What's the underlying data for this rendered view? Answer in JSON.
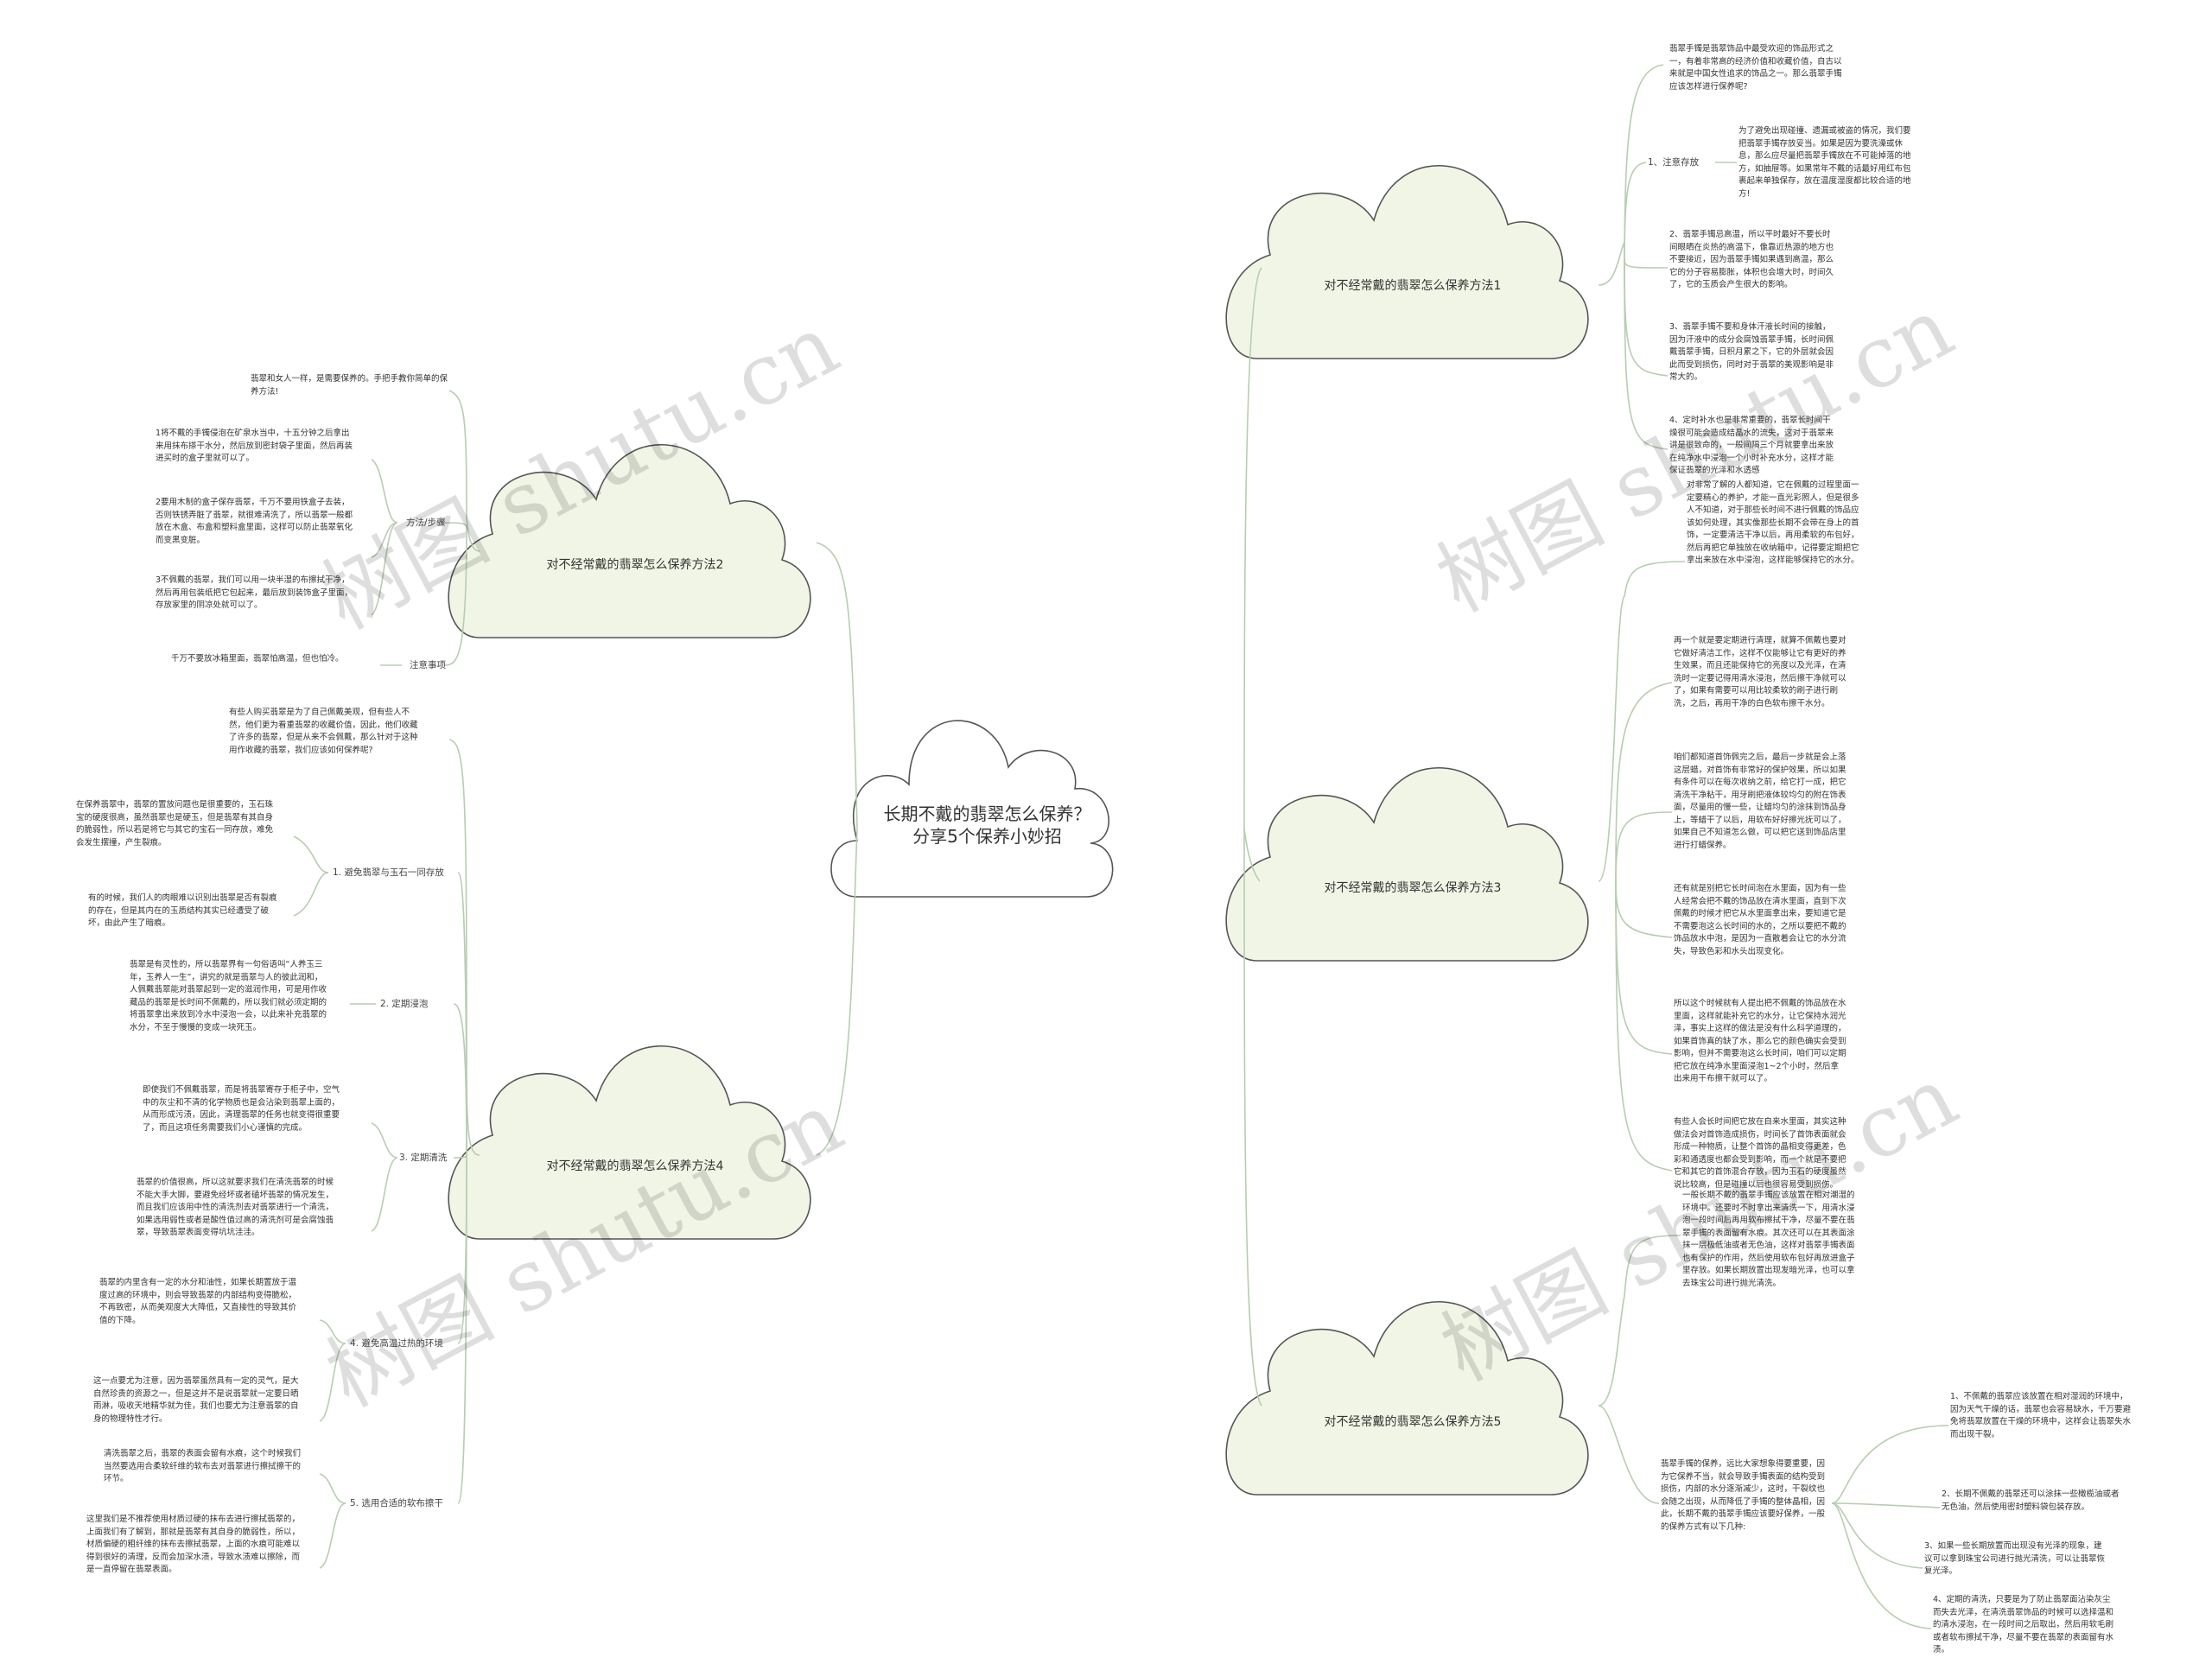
{
  "watermark": "树图 shutu.cn",
  "center": {
    "title": "长期不戴的翡翠怎么保养？分享5个保养小妙招"
  },
  "methods": {
    "m1": {
      "title": "对不经常戴的翡翠怎么保养方法1",
      "intro": "翡翠手镯是翡翠饰品中最受欢迎的饰品形式之一，有着非常高的经济价值和收藏价值，自古以来就是中国女性追求的饰品之一。那么翡翠手镯应该怎样进行保养呢?",
      "sub_label": "1、注意存放",
      "sub_note": "为了避免出现碰撞、遗漏或被盗的情况，我们要把翡翠手镯存放妥当。如果是因为要洗澡或休息，那么应尽量把翡翠手镯放在不可能掉落的地方，如抽屉等。如果常年不戴的话最好用红布包裹起来单独保存，放在温度湿度都比较合适的地方!",
      "notes": [
        "2、翡翠手镯忌高温，所以平时最好不要长时间眼晒在炎热的高温下，像靠近热源的地方也不要接近，因为翡翠手镯如果遇到高温，那么它的分子容易膨胀，体积也会增大时，时间久了，它的玉质会产生很大的影响。",
        "3、翡翠手镯不要和身体汗液长时间的接触，因为汗液中的成分会腐蚀翡翠手镯，长时间佩戴翡翠手镯，日积月累之下，它的外层就会因此而受到损伤，同时对于翡翠的美观影响是非常大的。",
        "4、定时补水也是非常重要的，翡翠长时间干燥很可能会造成结晶水的流失，这对于翡翠来讲是很致命的，一般间隔三个月就要拿出来放在纯净水中浸泡一个小时补充水分，这样才能保证翡翠的光泽和水透感"
      ]
    },
    "m2": {
      "title": "对不经常戴的翡翠怎么保养方法2",
      "intro": "翡翠和女人一样，是需要保养的。手把手教你简单的保养方法!",
      "sub1_label": "方法/步骤",
      "sub1_notes": [
        "1将不戴的手镯侵泡在矿泉水当中，十五分钟之后拿出来用抹布搽干水分，然后放到密封袋子里面，然后再装进买时的盒子里就可以了。",
        "2要用木制的盒子保存翡翠，千万不要用铁盒子去装，否则铁锈弄脏了翡翠，就很难清洗了，所以翡翠一般都放在木盒、布盒和塑料盒里面，这样可以防止翡翠氧化而变黑变脏。",
        "3不佩戴的翡翠，我们可以用一块半湿的布擦拭干净，然后再用包装纸把它包起来，最后放到装饰盒子里面，存放家里的阴凉处就可以了。"
      ],
      "sub2_label": "注意事项",
      "sub2_note": "千万不要放冰箱里面，翡翠怕高温，但也怕冷。"
    },
    "m3": {
      "title": "对不经常戴的翡翠怎么保养方法3",
      "notes": [
        "对非常了解的人都知道，它在佩戴的过程里面一定要精心的养护，才能一直光彩照人，但是很多人不知道，对于那些长时间不进行佩戴的饰品应该如何处理，其实像那些长期不会带在身上的首饰，一定要清洁干净以后，再用柔软的布包好，然后再把它单独放在收纳箱中，记得要定期把它拿出来放在水中浸泡，这样能够保持它的水分。",
        "再一个就是要定期进行清理，就算不佩戴也要对它做好清洁工作，这样不仅能够让它有更好的养生效果，而且还能保持它的亮度以及光泽，在清洗时一定要记得用清水浸泡，然后擦干净就可以了，如果有需要可以用比较柔软的刷子进行刷洗，之后，再用干净的白色软布擦干水分。",
        "咱们都知道首饰佩完之后，最后一步就是会上落这层蜡，对首饰有非常好的保护效果，所以如果有条件可以在每次收纳之前，给它打一成，把它清洗干净粘干，用牙刷把液体较均匀的附在饰表面，尽量用的慢一些，让蜡均匀的涂抹到饰品身上，等蜡干了以后，用软布好好擦光抚可以了，如果自己不知道怎么做，可以把它送到饰品店里进行打蜡保养。",
        "还有就是别把它长时间泡在水里面，因为有一些人经常会把不戴的饰品放在清水里面，直到下次佩戴的时候才把它从水里面拿出来，要知道它是不需要泡这么长时间的水的，之所以要把不戴的饰品放水中泡，是因为一直散着会让它的水分流失，导致色彩和水头出现变化。",
        "所以这个时候就有人提出把不佩戴的饰品放在水里面，这样就能补充它的水分，让它保持水润光泽，事实上这样的做法是没有什么科学道理的，如果首饰真的缺了水，那么它的颜色确实会受到影响，但并不需要泡这么长时间，咱们可以定期把它放在纯净水里面浸泡1~2个小时，然后拿出来用干布擦干就可以了。",
        "有些人会长时间把它放在自来水里面，其实这种做法会对首饰造成损伤，时间长了首饰表面就会形成一种物质，让整个首饰的晶相变得更差，色彩和通透度也都会受到影响，而一个就是不要把它和其它的首饰混合存放，因为玉石的硬度虽然说比较高，但是碰撞以后也很容易受到损伤。"
      ]
    },
    "m4": {
      "title": "对不经常戴的翡翠怎么保养方法4",
      "intro": "有些人购买翡翠是为了自己佩戴美观，但有些人不然，他们更为看重翡翠的收藏价值，因此，他们收藏了许多的翡翠，但是从来不会佩戴，那么针对于这种用作收藏的翡翠，我们应该如何保养呢?",
      "subs": [
        {
          "label": "1. 避免翡翠与玉石一同存放",
          "notes": [
            "在保养翡翠中，翡翠的置放问题也是很重要的，玉石珠宝的硬度很高，虽然翡翠也是硬玉，但是翡翠有其自身的脆弱性，所以若是将它与其它的宝石一同存放，难免会发生摆撞，产生裂痕。",
            "有的时候，我们人的肉眼难以识别出翡翠是否有裂痕的存在，但是其内在的玉质结构其实已经遭受了破坏，由此产生了暗痕。"
          ]
        },
        {
          "label": "2. 定期浸泡",
          "notes": [
            "翡翠是有灵性的，所以翡翠界有一句俗语叫“人养玉三年，玉养人一生”，讲究的就是翡翠与人的彼此润和，人佩戴翡翠能对翡翠起到一定的滋润作用，可是用作收藏品的翡翠是长时间不佩戴的，所以我们就必须定期的将翡翠拿出来放到冷水中浸泡一会，以此来补充翡翠的水分，不至于慢慢的变成一块死玉。"
          ]
        },
        {
          "label": "3. 定期清洗",
          "notes": [
            "即使我们不佩戴翡翠，而是将翡翠寄存于柜子中，空气中的灰尘和不清的化学物质也是会沾染到翡翠上面的，从而形成污渍，因此，清理翡翠的任务也就变得很重要了，而且这项任务需要我们小心谨慎的完成。",
            "翡翠的价值很高，所以这就要求我们在清洗翡翠的时候不能大手大脚，要避免经坏或者磕坏翡翠的情况发生，而且我们应该用中性的清洗剂去对翡翠进行一个清洗，如果选用弱性或者是酸性值过高的清洗剂可是会腐蚀翡翠，导致翡翠表面变得坑坑洼洼。"
          ]
        },
        {
          "label": "4. 避免高温过热的环境",
          "notes": [
            "翡翠的内里含有一定的水分和油性，如果长期置放于温度过高的环境中，则会导致翡翠的内部结构变得脆松，不再致密，从而美观度大大降低，又直接性的导致其价值的下降。",
            "这一点要尤为注意，因为翡翠虽然具有一定的灵气，是大自然珍贵的资源之一，但是这并不是说翡翠就一定要日晒雨淋，吸收天地精华就为佳，我们也要尤为注意翡翠的自身的物理特性才行。"
          ]
        },
        {
          "label": "5. 选用合适的软布擦干",
          "notes": [
            "清洗翡翠之后，翡翠的表面会留有水痕，这个时候我们当然要选用合柔软纤维的软布去对翡翠进行擦拭擦干的环节。",
            "这里我们是不推荐使用材质过硬的抹布去进行擦拭翡翠的，上面我们有了解到，那就是翡翠有其自身的脆弱性，所以，材质偏硬的粗纤维的抹布去擦拭翡翠，上面的水痕可能难以得到很好的清理，反而会加深水渍，导致水渍难以擦除，而是一直停留在翡翠表面。"
          ]
        }
      ]
    },
    "m5": {
      "title": "对不经常戴的翡翠怎么保养方法5",
      "top_note": "一般长期不戴的翡翠手镯应该放置在相对潮湿的环境中。还要时不时拿出来清洗一下，用清水浸泡一段时间后再用软布擦拭干净，尽量不要在翡翠手镯的表面留有水痕。其次还可以在其表面涂抹一层极低油或者无色油，这样对翡翠手镯表面也有保护的作用，然后使用软布包好再放进盒子里存放。如果长期放置出现发暗光泽，也可以拿去珠宝公司进行抛光清洗。",
      "intro": "翡翠手镯的保养，远比大家想象得要重要，因为它保养不当，就会导致手镯表面的结构受到损伤，内部的水分逐渐减少，这时，干裂纹也会随之出现，从而降低了手镯的整体晶相，因此，长期不戴的翡翠手镯应该要好保养，一般的保养方式有以下几种:",
      "notes": [
        "1、不佩戴的翡翠应该放置在相对湿润的环境中，因为天气干燥的话，翡翠也会容易缺水，千万要避免将翡翠放置在干燥的环境中，这样会让翡翠失水而出现干裂。",
        "2、长期不佩戴的翡翠还可以涂抹一些橄榄油或者无色油，然后使用密封塑料袋包装存放。",
        "3、如果一些长期放置而出现没有光泽的现象，建议可以拿到珠宝公司进行抛光清洗，可以让翡翠恢复光泽。",
        "4、定期的清洗，只要是为了防止翡翠面沾染灰尘而失去光泽，在清洗翡翠饰品的时候可以选择温和的清水浸泡，在一段时间之后取出，然后用软毛刷或者软布擦拭干净，尽量不要在翡翠的表面留有水渍。"
      ]
    }
  }
}
